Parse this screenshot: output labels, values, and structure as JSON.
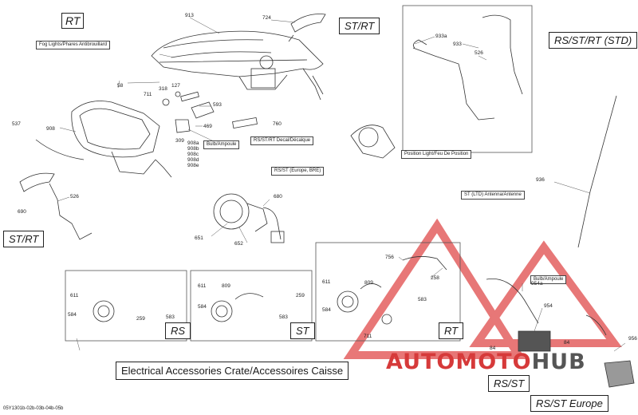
{
  "titles": {
    "rt_top": "RT",
    "st_rt_top": "ST/RT",
    "rs_st_rt_std": "RS/ST/RT (STD)",
    "st_rt_left": "ST/RT",
    "rs_box": "RS",
    "st_box": "ST",
    "rt_box": "RT",
    "rs_st": "RS/ST",
    "rs_st_europe": "RS/ST Europe"
  },
  "tags": {
    "fog_lights": "Fog Lights/Phares Antibrouillard",
    "bulb_ampoule": "Bulb/Ampoule",
    "decal": "RS/ST/RT Decal/Décalque",
    "rs_st_europe_bre": "RS/ST (Europe, BRE)",
    "position_light": "Position Light/Feu De Position",
    "antenna": "ST (LTD) Antenna/Antenne",
    "bulb_ampoule_right": "Bulb/Ampoule"
  },
  "parts": {
    "p913": "913",
    "p724": "724",
    "p58": "58",
    "p127": "127",
    "p318": "318",
    "p711a": "711",
    "p593": "593",
    "p469": "469",
    "p760": "760",
    "p537": "537",
    "p908": "908",
    "p309": "309",
    "p908a": "908a",
    "p908b": "908b",
    "p908c": "908c",
    "p908d": "908d",
    "p908e": "908e",
    "p933a": "933a",
    "p933": "933",
    "p526a": "526",
    "p936": "936",
    "p526b": "526",
    "p690": "690",
    "p680": "680",
    "p651": "651",
    "p652": "652",
    "p756": "756",
    "p258": "258",
    "p611a": "611",
    "p259a": "259",
    "p584a": "584",
    "p583a": "583",
    "p611b": "611",
    "p809a": "809",
    "p259b": "259",
    "p584b": "584",
    "p583b": "583",
    "p611c": "611",
    "p809b": "809",
    "p583c": "583",
    "p584c": "584",
    "p711b": "711",
    "p954a": "954a",
    "p954": "954",
    "p84a": "84",
    "p84b": "84",
    "p956": "956"
  },
  "caption": "Electrical Accessories Crate/Accessoires Caisse",
  "code": "05Y1301b-02b-03b-04b-05b",
  "watermark": {
    "part1": "AUTOMOTO",
    "part2": "HUB",
    "color_red": "#d63a3a",
    "color_gray": "#555555"
  }
}
